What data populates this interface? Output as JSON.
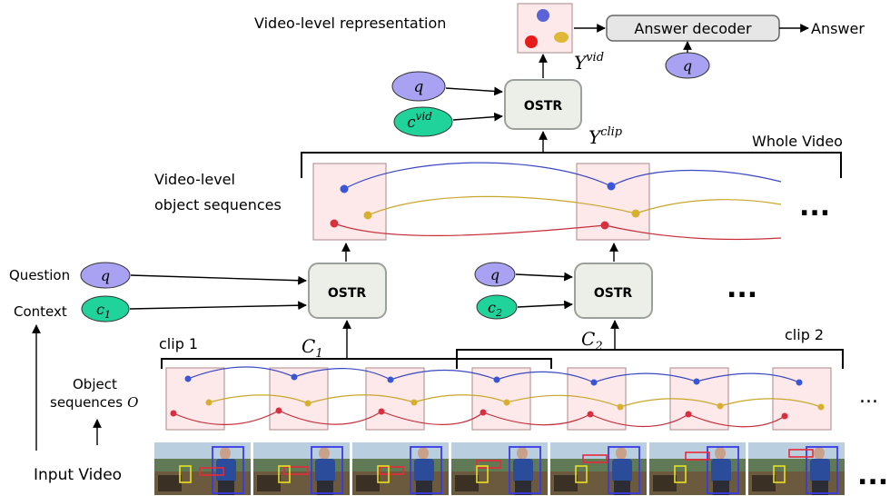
{
  "labels": {
    "video_level_representation": "Video-level representation",
    "answer_decoder": "Answer decoder",
    "answer": "Answer",
    "whole_video": "Whole Video",
    "video_level_object_sequences_line1": "Video-level",
    "video_level_object_sequences_line2": "object sequences",
    "question": "Question",
    "context": "Context",
    "object_sequences_line1": "Object",
    "object_sequences_line2": "sequences",
    "object_sequences_symbol": "O",
    "input_video": "Input Video",
    "clip1": "clip 1",
    "clip2": "clip 2",
    "ellipsis": "..."
  },
  "modules": {
    "ostr_top": "OSTR",
    "ostr_clip1": "OSTR",
    "ostr_clip2": "OSTR"
  },
  "symbols": {
    "q": "q",
    "c_vid_base": "c",
    "c_vid_sup": "vid",
    "c1_base": "c",
    "c1_sub": "1",
    "c2_base": "c",
    "c2_sub": "2",
    "C1_base": "C",
    "C1_sub": "1",
    "C2_base": "C",
    "C2_sub": "2",
    "Y_vid_base": "Y",
    "Y_vid_sup": "vid",
    "Y_clip_base": "Y",
    "Y_clip_sup": "clip"
  },
  "colors": {
    "question_node": "#a9a1f2",
    "context_node": "#1fd39a",
    "trajectory_blue": "#3a48c4",
    "trajectory_yellow": "#c8a62a",
    "trajectory_red": "#c62e3a",
    "frame_fill": "#fde9ea",
    "module_fill": "#eceee8"
  }
}
